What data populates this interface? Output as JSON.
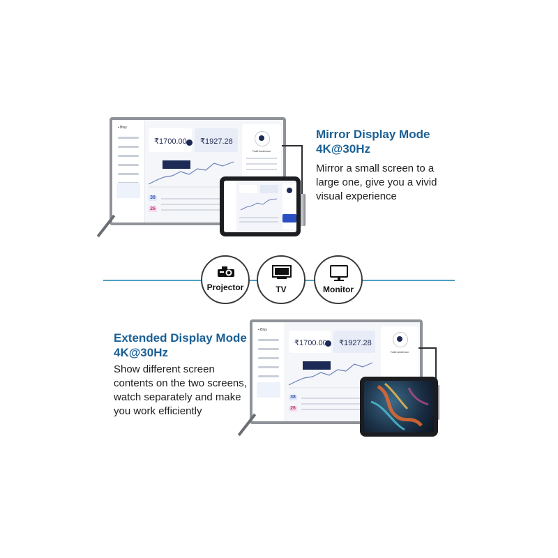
{
  "mirror": {
    "title_line1": "Mirror Display Mode",
    "title_line2": "4K@30Hz",
    "description_lines": [
      "Mirror a small screen to a",
      "large one, give you a vivid",
      "visual experience"
    ]
  },
  "devices": [
    {
      "label": "Projector",
      "icon": "projector-icon"
    },
    {
      "label": "TV",
      "icon": "tv-icon"
    },
    {
      "label": "Monitor",
      "icon": "monitor-icon"
    }
  ],
  "extended": {
    "title_line1": "Extended Display Mode",
    "title_line2": "4K@30Hz",
    "description_lines": [
      "Show different screen",
      "contents on the two screens,",
      "watch separately and make",
      "you work efficiently"
    ]
  },
  "dashboard": {
    "price_primary": "₹1700.00",
    "price_secondary": "₹1927.28",
    "profile_name": "Todd Anderson",
    "badge_a": "38",
    "badge_b": "26"
  },
  "colors": {
    "title": "#1a5f94",
    "divider": "#4f9ec4",
    "dashboard_accent": "#1d2a55"
  }
}
